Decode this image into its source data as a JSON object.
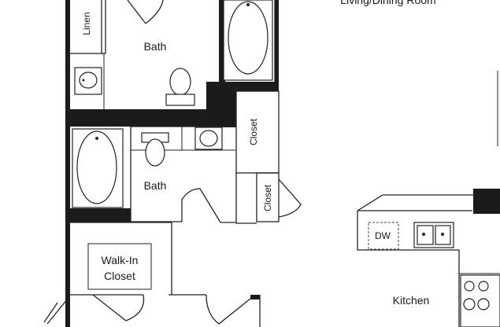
{
  "rooms": {
    "living_dining": "Living/Dining Room",
    "linen": "Linen",
    "bath_upper": "Bath",
    "bath_lower": "Bath",
    "closet_upper": "Closet",
    "closet_lower": "Closet",
    "walk_in_closet_line1": "Walk-In",
    "walk_in_closet_line2": "Closet",
    "kitchen": "Kitchen",
    "dishwasher": "DW"
  }
}
